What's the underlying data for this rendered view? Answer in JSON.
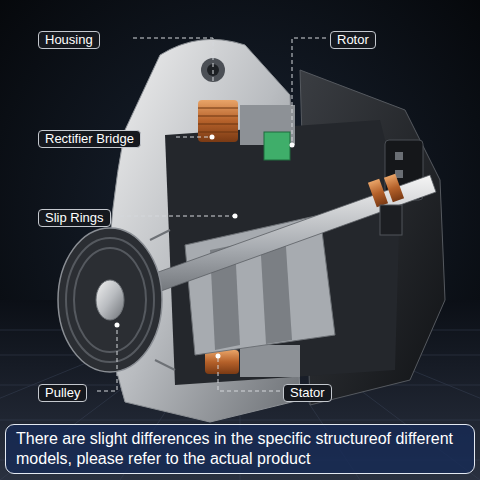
{
  "diagram": {
    "caption": "There are slight differences in the specific structureof different models, please refer to the actual product",
    "labels": [
      "Housing",
      "Rotor",
      "Rectifier Bridge",
      "Slip Rings",
      "Pulley",
      "Stator"
    ]
  }
}
